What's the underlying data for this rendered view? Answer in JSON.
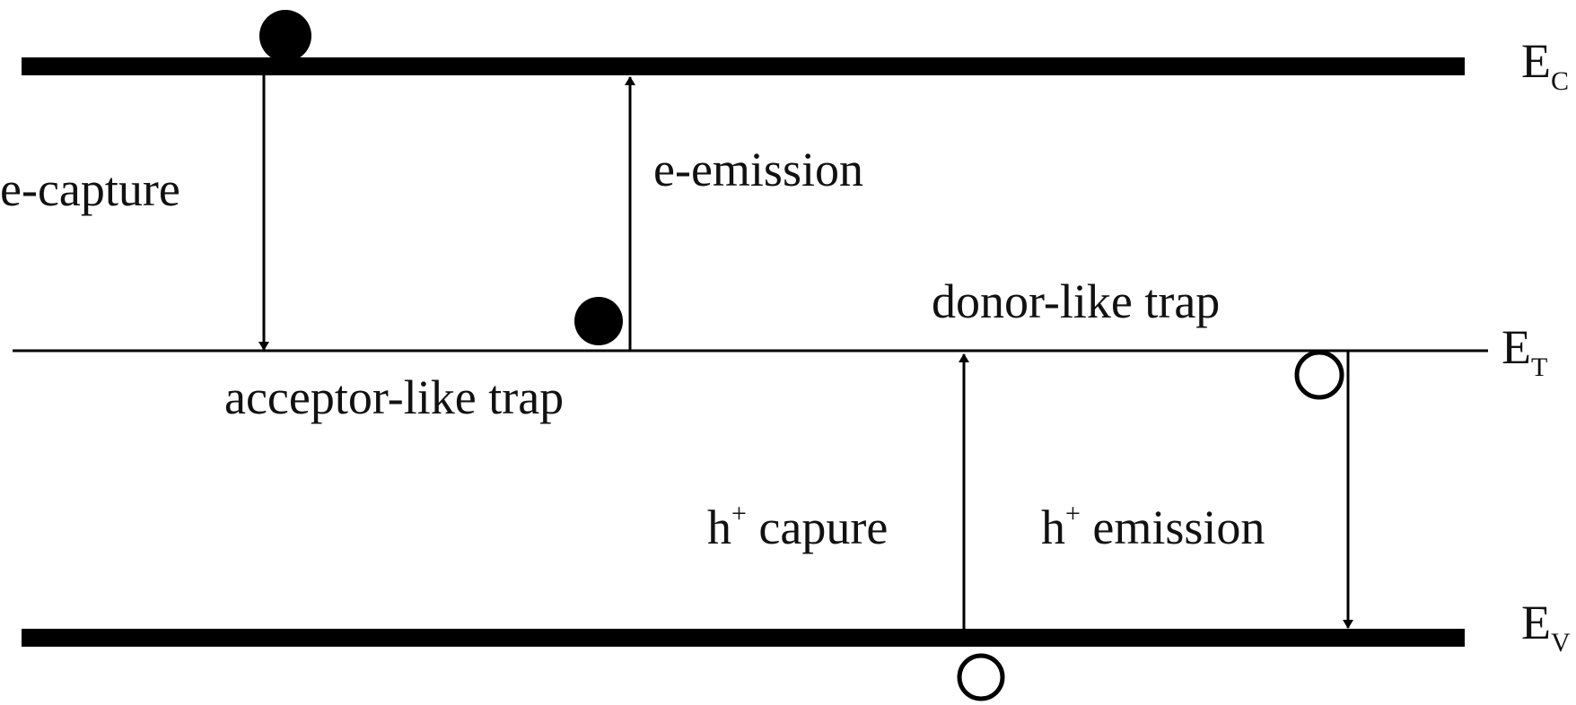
{
  "levels": {
    "ec": {
      "symbol": "E",
      "subscript": "C"
    },
    "et": {
      "symbol": "E",
      "subscript": "T"
    },
    "ev": {
      "symbol": "E",
      "subscript": "V"
    }
  },
  "labels": {
    "e_capture": "e-capture",
    "e_emission": "e-emission",
    "donor_trap": "donor-like trap",
    "acceptor_trap": "acceptor-like trap",
    "h_capture_prefix": "h",
    "h_capture_sup": "+",
    "h_capture_text": " capure",
    "h_emission_prefix": "h",
    "h_emission_sup": "+",
    "h_emission_text": " emission"
  },
  "colors": {
    "ink": "#000000",
    "text": "#111111",
    "background": "#ffffff"
  }
}
